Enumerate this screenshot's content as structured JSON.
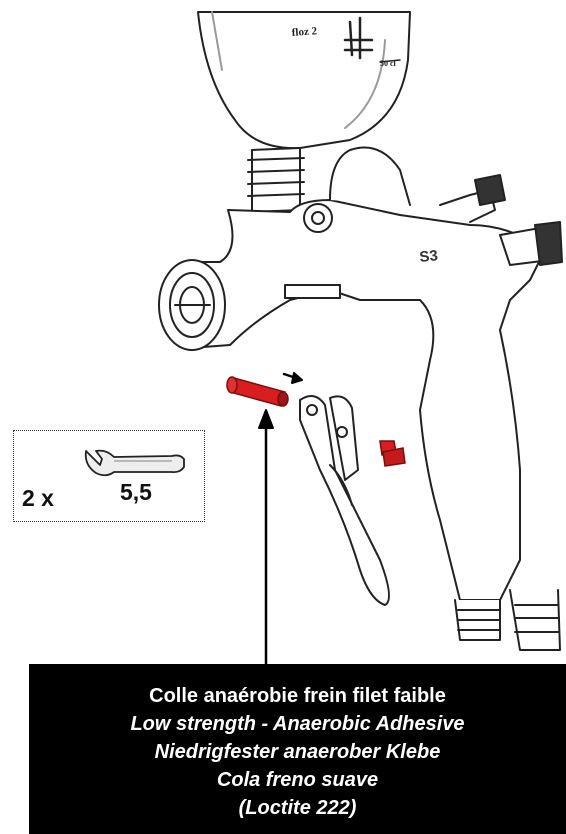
{
  "cup": {
    "graduation_label": "floz 2",
    "unit_label": "50 cl"
  },
  "gun": {
    "model_label": "S3"
  },
  "wrench": {
    "quantity": "2 x",
    "size": "5,5",
    "icon": "wrench-icon"
  },
  "note": {
    "line_fr": "Colle anaérobie frein filet faible",
    "line_en": "Low strength - Anaerobic Adhesive",
    "line_de": "Niedrigfester anaerober Klebe",
    "line_es": "Cola freno suave",
    "line_product": "(Loctite 222)"
  },
  "colors": {
    "highlight_parts": "#d81e1e",
    "note_background": "#000000",
    "note_text": "#ffffff"
  }
}
